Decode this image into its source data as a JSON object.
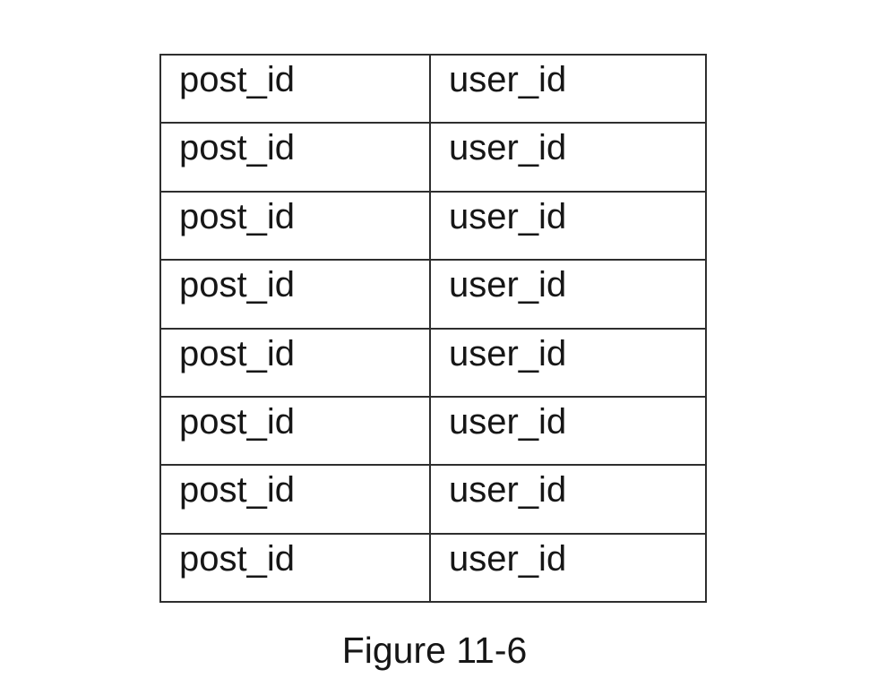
{
  "figure": {
    "caption": "Figure 11-6"
  },
  "table": {
    "rows": [
      [
        "post_id",
        "user_id"
      ],
      [
        "post_id",
        "user_id"
      ],
      [
        "post_id",
        "user_id"
      ],
      [
        "post_id",
        "user_id"
      ],
      [
        "post_id",
        "user_id"
      ],
      [
        "post_id",
        "user_id"
      ],
      [
        "post_id",
        "user_id"
      ],
      [
        "post_id",
        "user_id"
      ]
    ]
  },
  "colors": {
    "background": "#ffffff",
    "border": "#2e2e2e",
    "text": "#161616"
  }
}
